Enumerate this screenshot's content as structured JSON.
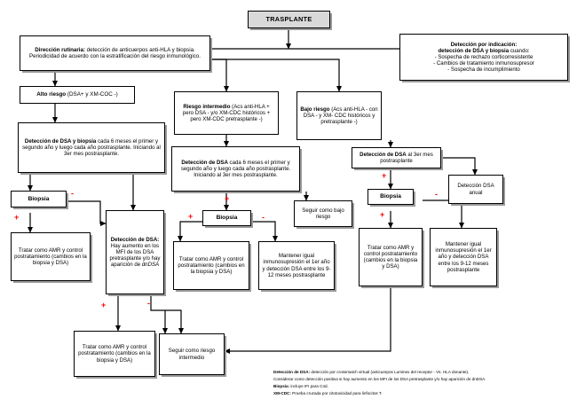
{
  "diagram": {
    "title": "Algoritmo de deteccion de DSA y biopsia postrasplante",
    "accent_color": "#ff0000",
    "node_fill": "#ffffff",
    "header_fill": "#d9d9d9",
    "line_color": "#000000"
  },
  "nodes": {
    "trasplante": "TRASPLANTE",
    "direccion_rutinaria_strong": "Dirección rutinaria:",
    "direccion_rutinaria_rest": " detección de anticuerpos anti-HLA y biopsia. Periodicidad de acuerdo con la estratificación del riesgo inmunológico.",
    "indicacion_line1": "Detección por indicación:",
    "indicacion_line2_strong": "detección de DSA y biopsia",
    "indicacion_line2_rest": " cuando:",
    "indicacion_b1": "- Sospecha de rechazo corticorresistente",
    "indicacion_b2": "- Cambios de tratamiento inmunosupresor",
    "indicacion_b3": "- Sospecha de incumplimiento",
    "alto_riesgo_strong": "Alto riesgo",
    "alto_riesgo_rest": " (DSA+ y XM-COC -)",
    "riesgo_intermedio_strong": "Riesgo intermedio",
    "riesgo_intermedio_rest": " (Acs anti-HLA + pero DSA - y/o XM-CDC históricos + pero XM-CDC pretrasplante -)",
    "bajo_riesgo_strong": "Bajo riesgo",
    "bajo_riesgo_rest": " (Acs anti-HLA - con DSA - y XM- CDC históricos y pretrasplante -)",
    "dsa_biopsia_alto_strong": "Detección de DSA y biopsia",
    "dsa_biopsia_alto_rest": " cada 6 meses el primer y segundo año y luego cada año postrasplante. Iniciando al 3er mes postrasplante.",
    "dsa_inter_strong": "Detección de DSA",
    "dsa_inter_rest": " cada 6 meses el primer y segundo año y luego cada año postrasplante. Iniciando al 3er mes postrasplante.",
    "dsa_bajo_strong": "Detección de DSA",
    "dsa_bajo_rest": " al 3er mes postrasplante",
    "biopsia_alto": "Biopsia",
    "biopsia_inter": "Biopsia",
    "biopsia_bajo": "Biopsia",
    "deteccion_dsa_hay_strong": "Detección de DSA:",
    "deteccion_dsa_hay_rest": " Hay aumento en los MFI de los DSA pretrasplante y/o hay aparición de ",
    "deteccion_dsa_hay_italic": "dnDSA",
    "tratar_amr_alto": "Tratar como AMR y control postratamiento (cambios en la biopsia y DSA)",
    "tratar_amr_inter": "Tratar como AMR y control postratamiento (cambios en la biopsia y DSA)",
    "tratar_amr_inter2": "Tratar como AMR y control postratamiento (cambios en la biopsia y DSA)",
    "tratar_amr_bajo": "Tratar como AMR y control postratamiento (cambios en la biopsia y DSA)",
    "mantener_inter": "Mantener igual inmunosupresión el 1er año y detección DSA entre los 9-12 meses postrasplante",
    "mantener_bajo": "Mantener igual inmunosupresión el 1er año y detección DSA entre los 9-12 meses postrasplante",
    "seguir_bajo": "Seguir como bajo riesgo",
    "seguir_intermedio": "Seguir como riesgo intermedio",
    "deteccion_dsa_anual": "Detección DSA anual"
  },
  "signs": [
    {
      "id": "sign-alto-biopsia-plus",
      "label": "+"
    },
    {
      "id": "sign-alto-biopsia-minus",
      "label": "-"
    },
    {
      "id": "sign-inter-biopsia-plus",
      "label": "+"
    },
    {
      "id": "sign-inter-biopsia-left-plus",
      "label": "+"
    },
    {
      "id": "sign-inter-biopsia-minus",
      "label": "-"
    },
    {
      "id": "sign-bajo-plus",
      "label": "+"
    },
    {
      "id": "sign-bajo-biopsia-plus",
      "label": "+"
    },
    {
      "id": "sign-bajo-biopsia-minus",
      "label": "-"
    },
    {
      "id": "sign-dsa-hay-plus",
      "label": "+"
    },
    {
      "id": "sign-dsa-hay-minus",
      "label": "-"
    }
  ],
  "footnotes": [
    {
      "strong": "Detección de DSA:",
      "text": " detección por crossmatch virtual (anticuerpos Luminex del receptor - Vs. HLA donante)."
    },
    {
      "strong": "",
      "text": "Considerar como detección positiva si hay aumento en los MFI de los DSA pretrasplante y/o hay aparición de dnDSA."
    },
    {
      "strong": "Biopsia:",
      "text": " incluye IFI para C4d."
    },
    {
      "strong": "XM-CDC:",
      "text": " Prueba cruzada por citotoxicidad para linfocitos T."
    }
  ]
}
